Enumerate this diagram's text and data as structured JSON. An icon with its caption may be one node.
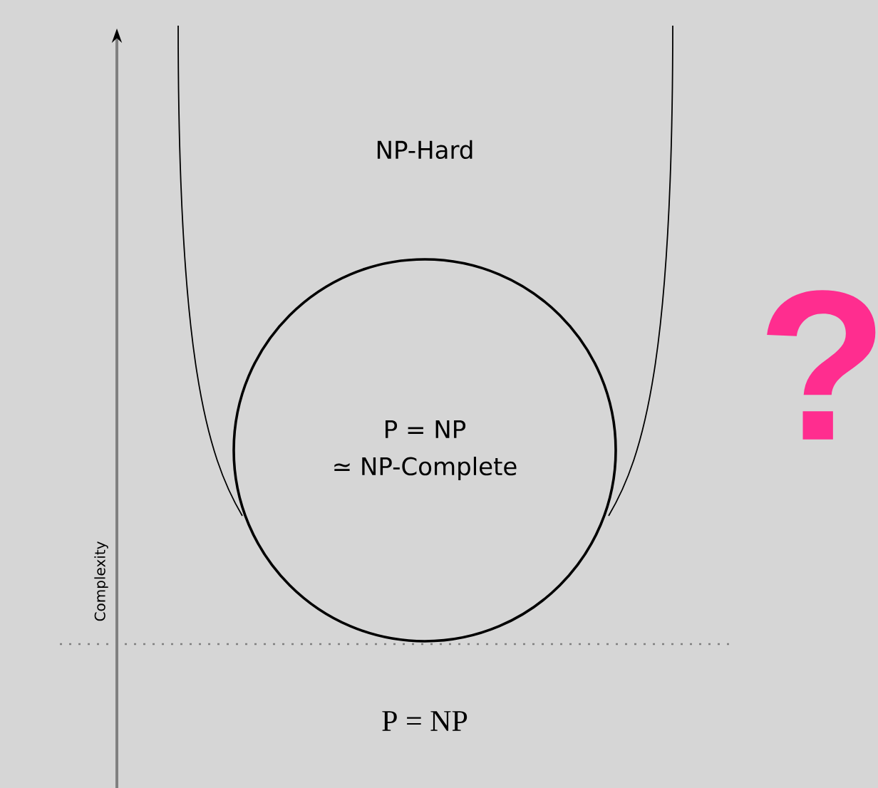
{
  "diagram": {
    "nodes": [
      {
        "text": [
          "NP-Hard"
        ]
      },
      {
        "text": [
          "P = NP",
          "≃ NP-Complete"
        ]
      }
    ],
    "edges": [],
    "labels": [
      "Complexity",
      "P = NP",
      "?"
    ]
  }
}
